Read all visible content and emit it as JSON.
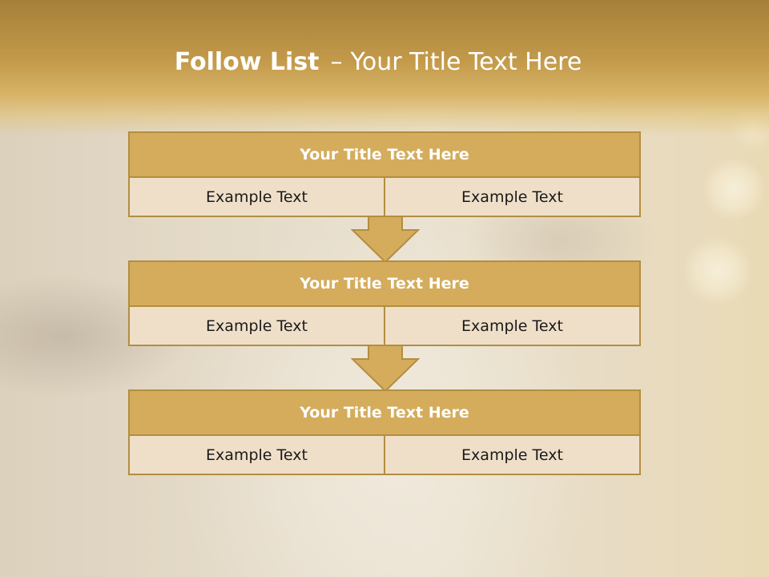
{
  "slide": {
    "title_bold": "Follow List",
    "title_separator": "–",
    "title_rest": "Your Title Text Here"
  },
  "blocks": [
    {
      "title": "Your Title Text Here",
      "left": "Example Text",
      "right": "Example Text"
    },
    {
      "title": "Your Title Text Here",
      "left": "Example Text",
      "right": "Example Text"
    },
    {
      "title": "Your Title Text Here",
      "left": "Example Text",
      "right": "Example Text"
    }
  ],
  "colors": {
    "header": "#c39a4a",
    "box_title_fill": "#d4ac5c",
    "box_border": "#b38e40",
    "box_cell_fill": "#efdfc9"
  }
}
